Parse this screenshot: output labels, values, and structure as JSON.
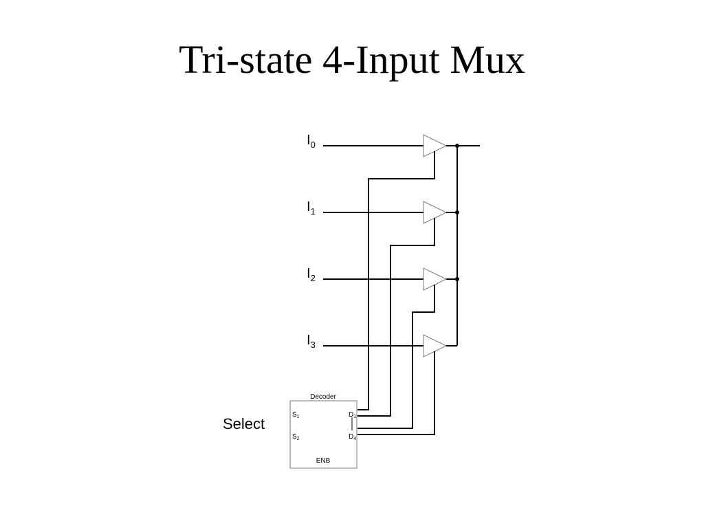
{
  "title": "Tri-state 4-Input Mux",
  "inputs": [
    {
      "name": "I",
      "sub": "0"
    },
    {
      "name": "I",
      "sub": "1"
    },
    {
      "name": "I",
      "sub": "2"
    },
    {
      "name": "I",
      "sub": "3"
    }
  ],
  "select_label": "Select",
  "decoder": {
    "title": "Decoder",
    "s1": {
      "name": "S",
      "sub": "1"
    },
    "s2": {
      "name": "S",
      "sub": "2"
    },
    "d1": {
      "name": "D",
      "sub": "1"
    },
    "d4": {
      "name": "D",
      "sub": "4"
    },
    "enb": "ENB"
  }
}
